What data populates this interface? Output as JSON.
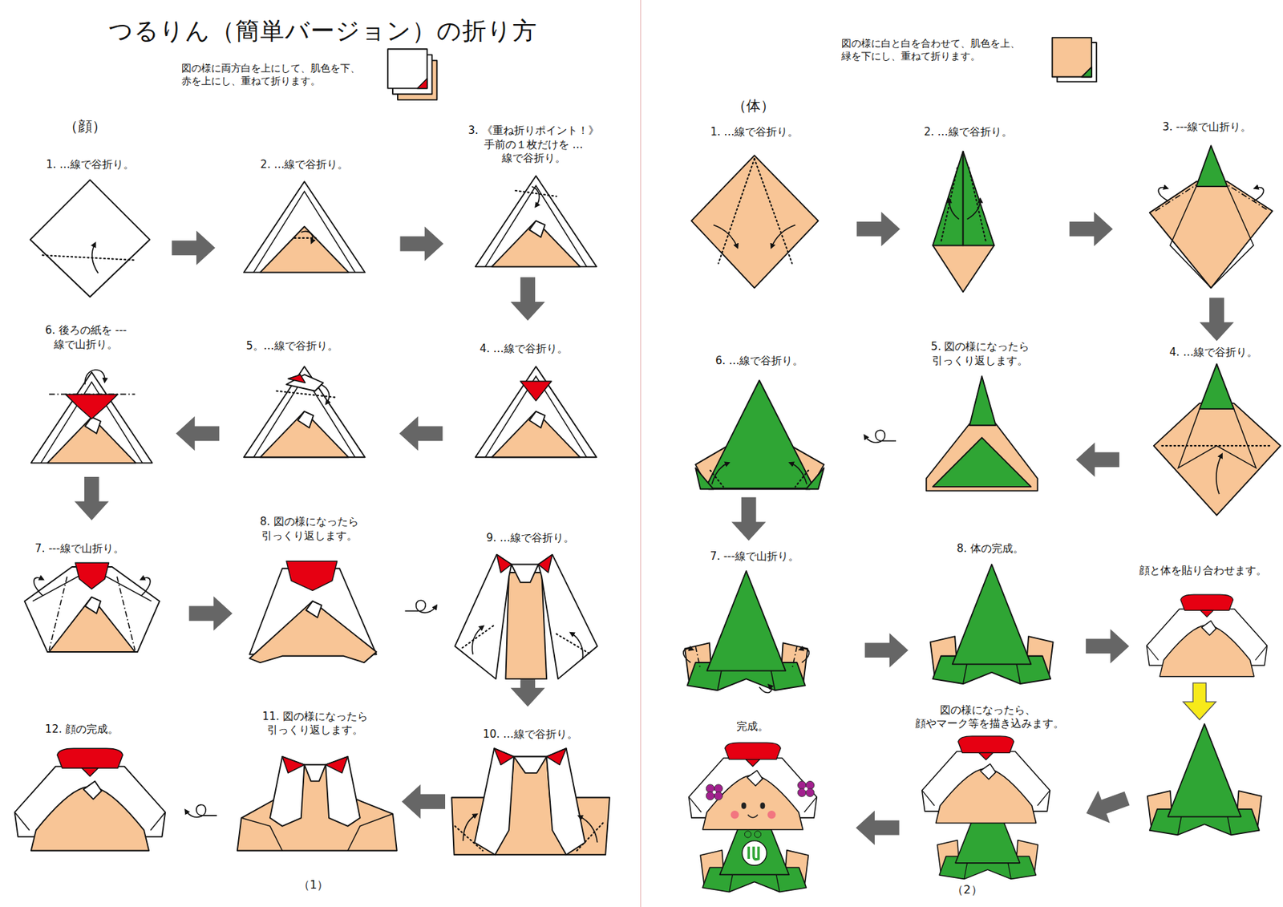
{
  "diagram": {
    "title": "つるりん（簡単バージョン）の折り方",
    "labels": [
      "図の様に両方白を上にして、肌色を下、 赤を上にし、重ねて折ります。",
      "（顔）",
      "1. …線で谷折り。",
      "2. …線で谷折り。",
      "3. 《重ね折りポイント！》 手前の１枚だけを …線で谷折り。",
      "4. …線で谷折り。",
      "5。…線で谷折り。",
      "6. 後ろの紙を ---線で山折り。",
      "7. ---線で山折り。",
      "8. 図の様になったら 引っくり返します。",
      "9. …線で谷折り。",
      "10. …線で谷折り。",
      "11. 図の様になったら 引っくり返します。",
      "12. 顔の完成。",
      "（1）",
      "図の様に白と白を合わせて、肌色を上、 緑を下にし、重ねて折ります。",
      "（体）",
      "1. …線で谷折り。",
      "2. …線で谷折り。",
      "3. ---線で山折り。",
      "4. …線で谷折り。",
      "5. 図の様になったら 引っくり返します。",
      "6. …線で谷折り。",
      "7. ---線で山折り。",
      "8. 体の完成。",
      "顔と体を貼り合わせます。",
      "図の様になったら、 顔やマーク等を描き込みます。",
      "完成。",
      "（2）"
    ]
  }
}
